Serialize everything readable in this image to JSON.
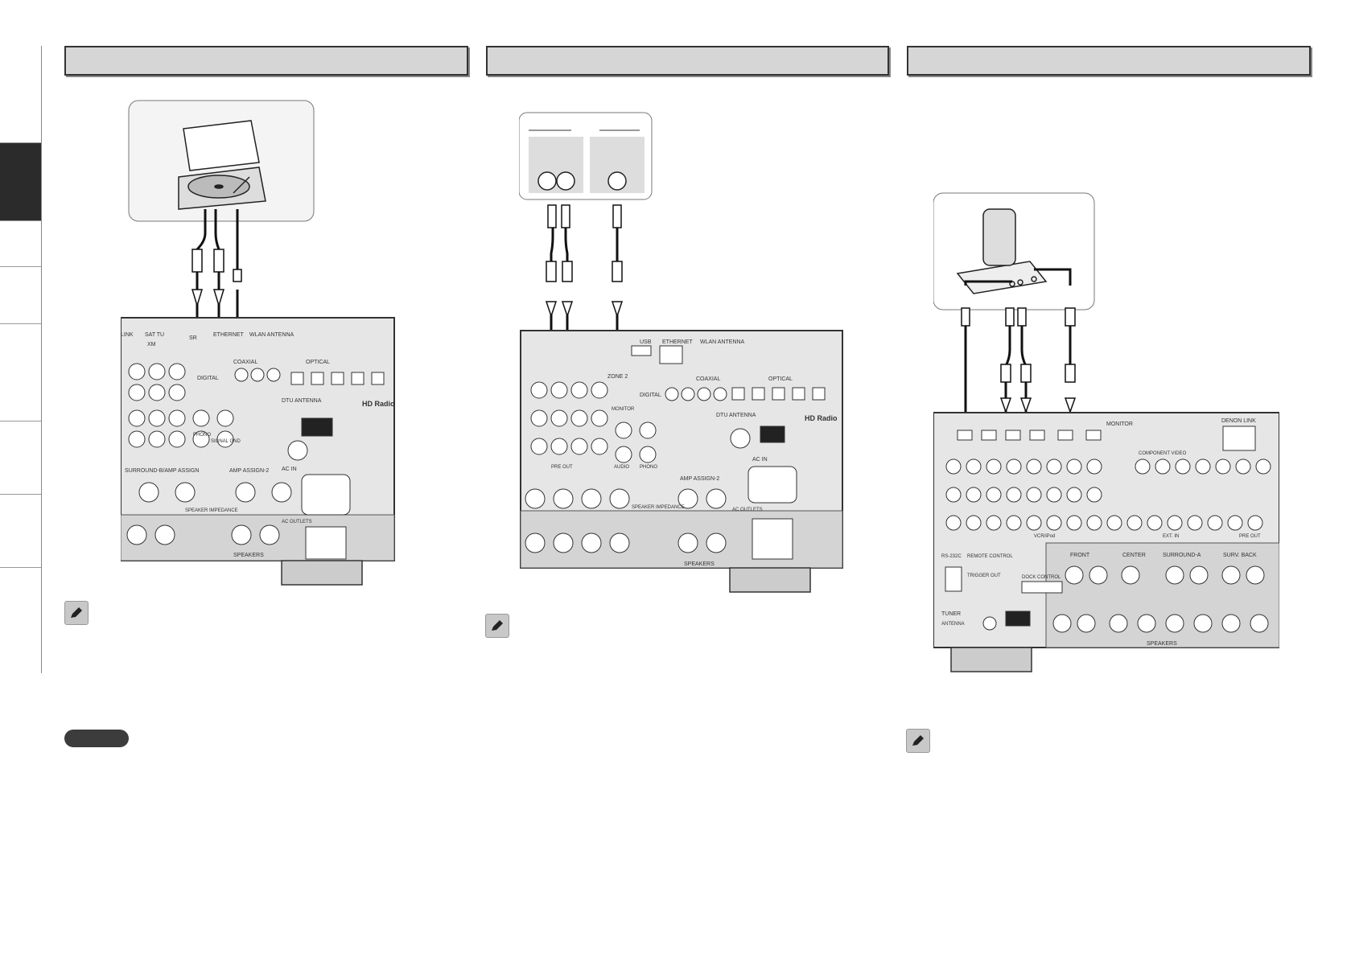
{
  "receiver_labels": {
    "p1": {
      "link": "LINK",
      "sat": "SAT TU",
      "xm": "XM",
      "sr": "SR",
      "ethernet": "ETHERNET",
      "wlan": "WLAN ANTENNA",
      "coaxial": "COAXIAL",
      "optical": "OPTICAL",
      "digital": "DIGITAL",
      "dtu": "DTU ANTENNA",
      "hdradio": "HD Radio",
      "phono": "PHONO",
      "signal_gnd": "SIGNAL GND",
      "surround": "SURROUND-B/AMP ASSIGN",
      "amp": "AMP ASSIGN-2",
      "acin": "AC IN",
      "acoutlets": "AC OUTLETS",
      "speakers": "SPEAKERS",
      "impedance": "SPEAKER IMPEDANCE"
    },
    "p2": {
      "usb": "USB",
      "ethernet": "ETHERNET",
      "wlan": "WLAN ANTENNA",
      "coaxial": "COAXIAL",
      "optical": "OPTICAL",
      "digital": "DIGITAL",
      "zone2": "ZONE 2",
      "monitor": "MONITOR",
      "dtu": "DTU ANTENNA",
      "hdradio": "HD Radio",
      "phono": "PHONO",
      "audio": "AUDIO",
      "amp": "AMP ASSIGN-2",
      "acin": "AC IN",
      "acoutlets": "AC OUTLETS",
      "speakers": "SPEAKERS",
      "impedance": "SPEAKER IMPEDANCE",
      "preout": "PRE OUT"
    },
    "p3": {
      "monitor": "MONITOR",
      "denonlink": "DENON LINK",
      "component": "COMPONENT VIDEO",
      "rs232c": "RS-232C",
      "remote": "REMOTE CONTROL",
      "trigger": "TRIGGER OUT",
      "dock": "DOCK CONTROL",
      "tuner": "TUNER",
      "antenna": "ANTENNA",
      "front": "FRONT",
      "center": "CENTER",
      "surroundA": "SURROUND-A",
      "survback": "SURV. BACK",
      "extin": "EXT. IN",
      "preout": "PRE OUT",
      "speakers": "SPEAKERS",
      "vcr": "VCR/iPod"
    }
  }
}
